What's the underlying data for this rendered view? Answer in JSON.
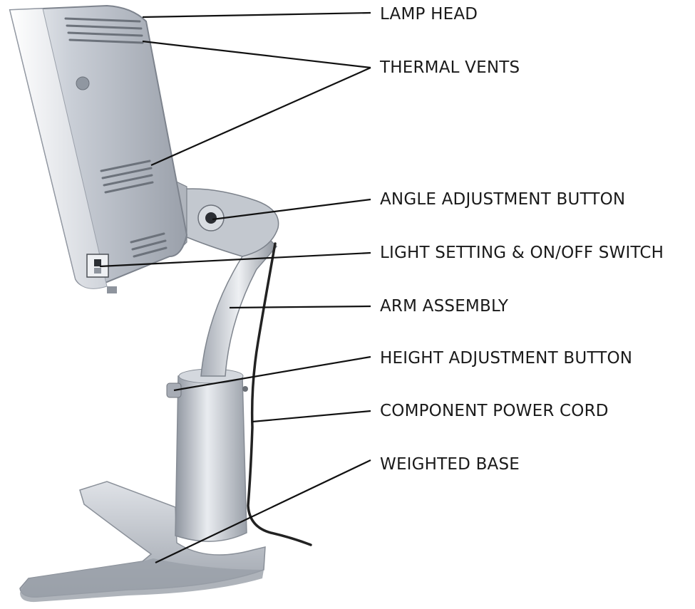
{
  "labels": {
    "lamp_head": "LAMP HEAD",
    "thermal_vents": "THERMAL VENTS",
    "angle_adjustment_button": "ANGLE ADJUSTMENT BUTTON",
    "light_setting_switch": "LIGHT SETTING & ON/OFF SWITCH",
    "arm_assembly": "ARM ASSEMBLY",
    "height_adjustment_button": "HEIGHT ADJUSTMENT BUTTON",
    "component_power_cord": "COMPONENT POWER CORD",
    "weighted_base": "WEIGHTED BASE"
  },
  "colors": {
    "metal_light": "#e4e7ec",
    "metal_mid": "#b9bec7",
    "metal_dark": "#7d838d",
    "leader_line": "#111111",
    "cord": "#222222",
    "text": "#1a1a1a"
  }
}
